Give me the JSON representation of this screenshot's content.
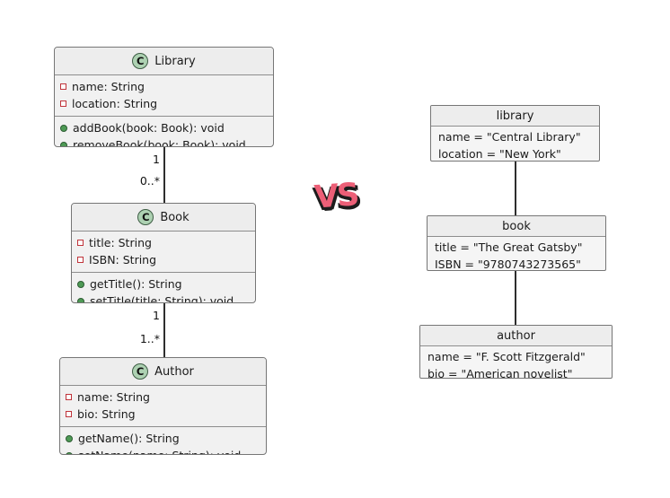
{
  "vs": {
    "label": "VS"
  },
  "class_diagram": {
    "classes": [
      {
        "stereotype": "C",
        "name": "Library",
        "attributes": [
          "name: String",
          "location: String"
        ],
        "methods": [
          "addBook(book: Book): void",
          "removeBook(book: Book): void"
        ]
      },
      {
        "stereotype": "C",
        "name": "Book",
        "attributes": [
          "title: String",
          "ISBN: String"
        ],
        "methods": [
          "getTitle(): String",
          "setTitle(title: String): void"
        ]
      },
      {
        "stereotype": "C",
        "name": "Author",
        "attributes": [
          "name: String",
          "bio: String"
        ],
        "methods": [
          "getName(): String",
          "setName(name: String): void"
        ]
      }
    ],
    "relations": [
      {
        "from": "Library",
        "to": "Book",
        "from_multiplicity": "1",
        "to_multiplicity": "0..*"
      },
      {
        "from": "Book",
        "to": "Author",
        "from_multiplicity": "1",
        "to_multiplicity": "1..*"
      }
    ]
  },
  "object_diagram": {
    "objects": [
      {
        "name": "library",
        "slots": [
          "name = \"Central Library\"",
          "location = \"New York\""
        ]
      },
      {
        "name": "book",
        "slots": [
          "title = \"The Great Gatsby\"",
          "ISBN = \"9780743273565\""
        ]
      },
      {
        "name": "author",
        "slots": [
          "name = \"F. Scott Fitzgerald\"",
          "bio = \"American novelist\""
        ]
      }
    ],
    "links": [
      {
        "from": "library",
        "to": "book"
      },
      {
        "from": "book",
        "to": "author"
      }
    ]
  },
  "colors": {
    "stereotype_circle_fill": "#ADD1B2",
    "field_icon_border": "#C0333A",
    "method_icon_fill": "#4E9A55",
    "node_background": "#F1F1F1",
    "node_border": "#767676",
    "vs_text": "#EC5F77",
    "vs_shadow": "#1C1C1C"
  }
}
